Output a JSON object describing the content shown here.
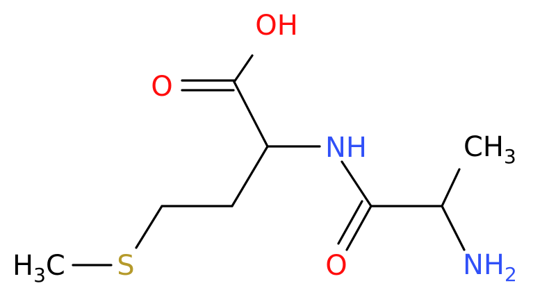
{
  "diagram": {
    "type": "skeletal-structure",
    "atom_labels": {
      "oh": "OH",
      "carboxyl_o": "O",
      "amide_nh": "NH",
      "methyl_right": {
        "main": "CH",
        "subscript": "3"
      },
      "amide_o": "O",
      "amine": {
        "main": "NH",
        "subscript": "2"
      },
      "sulfur": "S",
      "methyl_left": {
        "main": "H",
        "subscript": "3",
        "tail": "C"
      }
    },
    "colors": {
      "oxygen": "#ff0d0d",
      "nitrogen": "#3050f8",
      "sulfur": "#b59a2b",
      "carbon": "#000000",
      "bond": "#000000"
    }
  }
}
